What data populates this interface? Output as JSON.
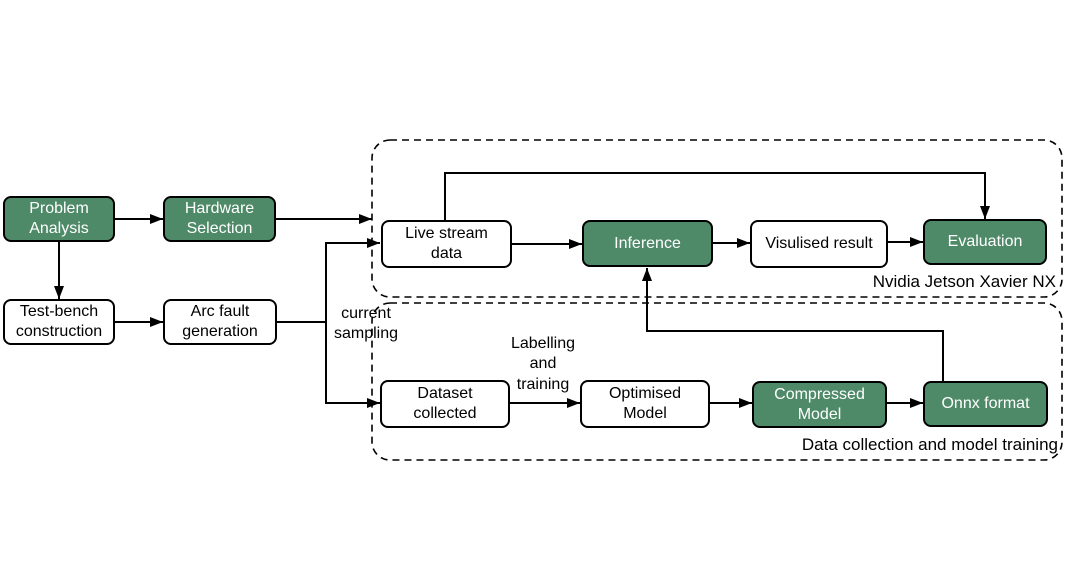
{
  "colors": {
    "node_green": "#4e8a68",
    "node_white": "#ffffff",
    "line_black": "#000000",
    "background": "#ffffff"
  },
  "nodes": [
    {
      "id": "problem-analysis",
      "label": "Problem\nAnalysis",
      "variant": "green"
    },
    {
      "id": "hardware-selection",
      "label": "Hardware\nSelection",
      "variant": "green"
    },
    {
      "id": "test-bench-construction",
      "label": "Test-bench\nconstruction",
      "variant": "white"
    },
    {
      "id": "arc-fault-generation",
      "label": "Arc fault\ngeneration",
      "variant": "white"
    },
    {
      "id": "live-stream-data",
      "label": "Live stream\ndata",
      "variant": "white"
    },
    {
      "id": "inference",
      "label": "Inference",
      "variant": "green"
    },
    {
      "id": "visulised-result",
      "label": "Visulised result",
      "variant": "white"
    },
    {
      "id": "evaluation",
      "label": "Evaluation",
      "variant": "green"
    },
    {
      "id": "dataset-collected",
      "label": "Dataset\ncollected",
      "variant": "white"
    },
    {
      "id": "optimised-model",
      "label": "Optimised\nModel",
      "variant": "white"
    },
    {
      "id": "compressed-model",
      "label": "Compressed\nModel",
      "variant": "green"
    },
    {
      "id": "onnx-format",
      "label": "Onnx format",
      "variant": "green"
    }
  ],
  "edge_labels": {
    "current_sampling": "current\nsampling",
    "labelling_training": "Labelling\nand\ntraining"
  },
  "containers": {
    "jetson": {
      "label": "Nvidia Jetson Xavier NX"
    },
    "training": {
      "label": "Data collection and model training"
    }
  }
}
